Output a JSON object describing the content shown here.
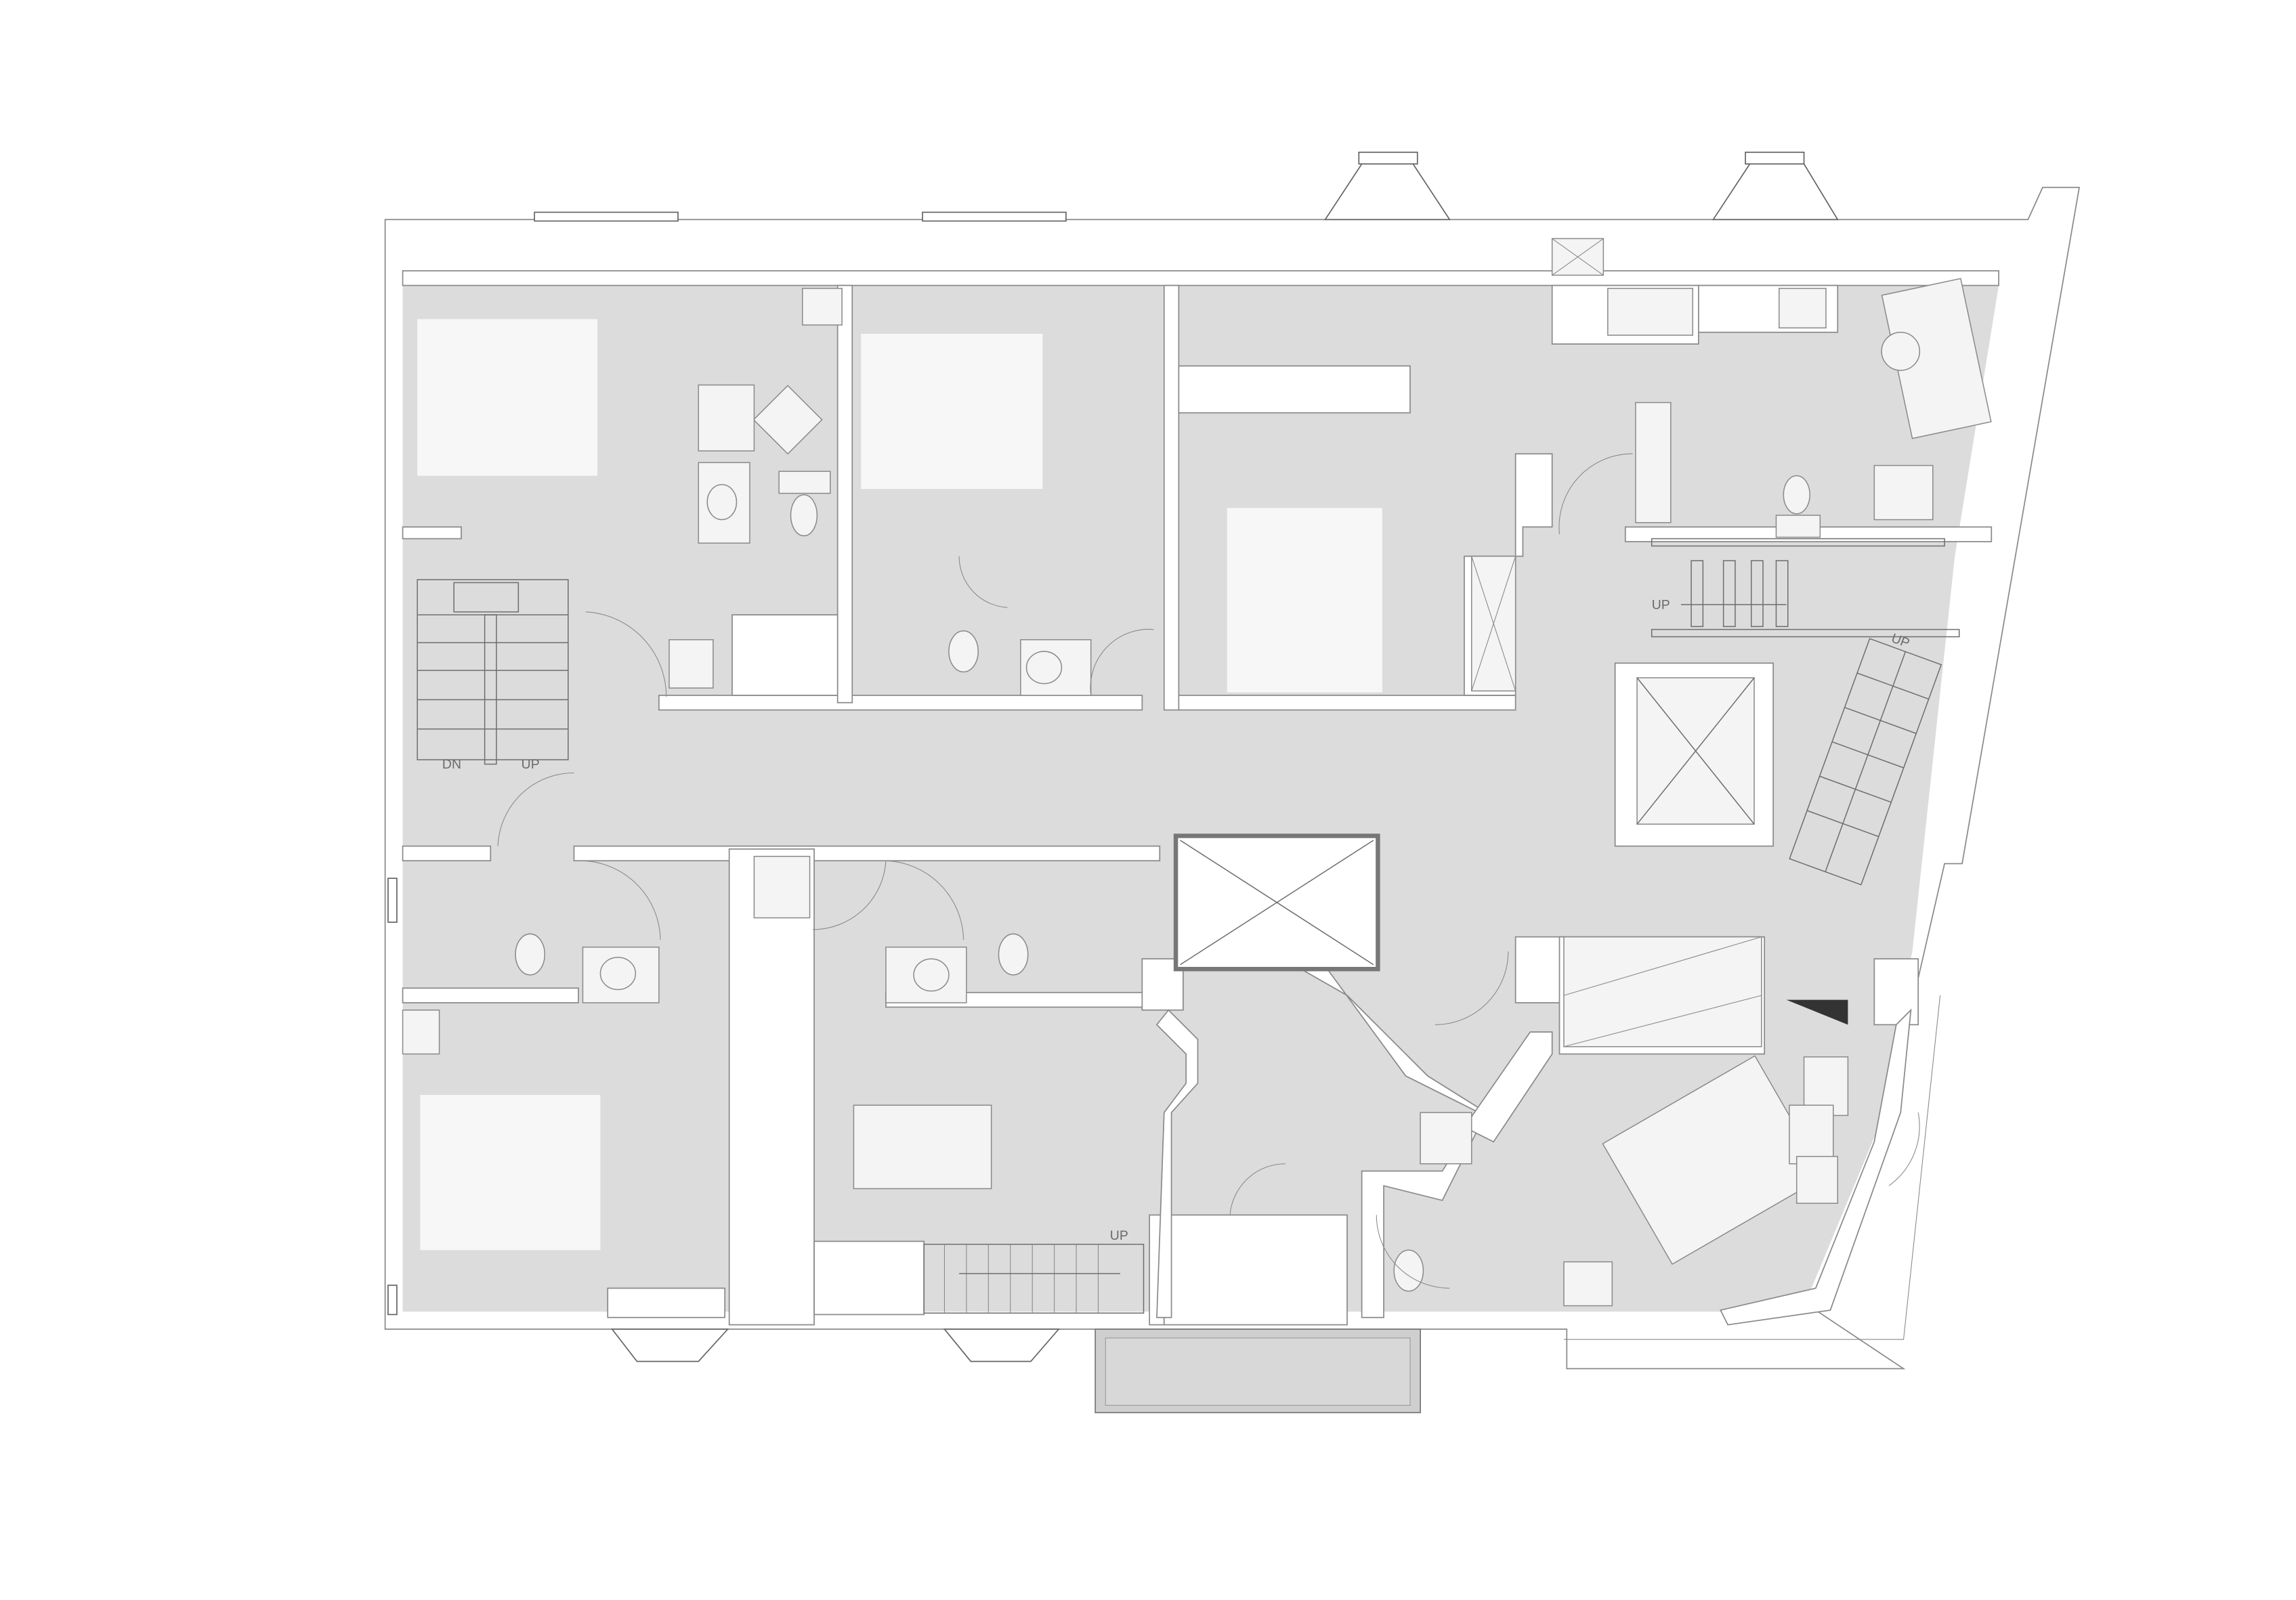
{
  "plan": {
    "title": "Floor plan",
    "labels": {
      "stair_left_down": "DN",
      "stair_left_up": "UP",
      "stair_right_straight_up": "UP",
      "stair_right_angled_up": "UP",
      "stair_bottom_up": "UP"
    }
  },
  "colors": {
    "floor": "#dcdcdc",
    "wall": "#ffffff",
    "line": "#6e6e6e"
  }
}
